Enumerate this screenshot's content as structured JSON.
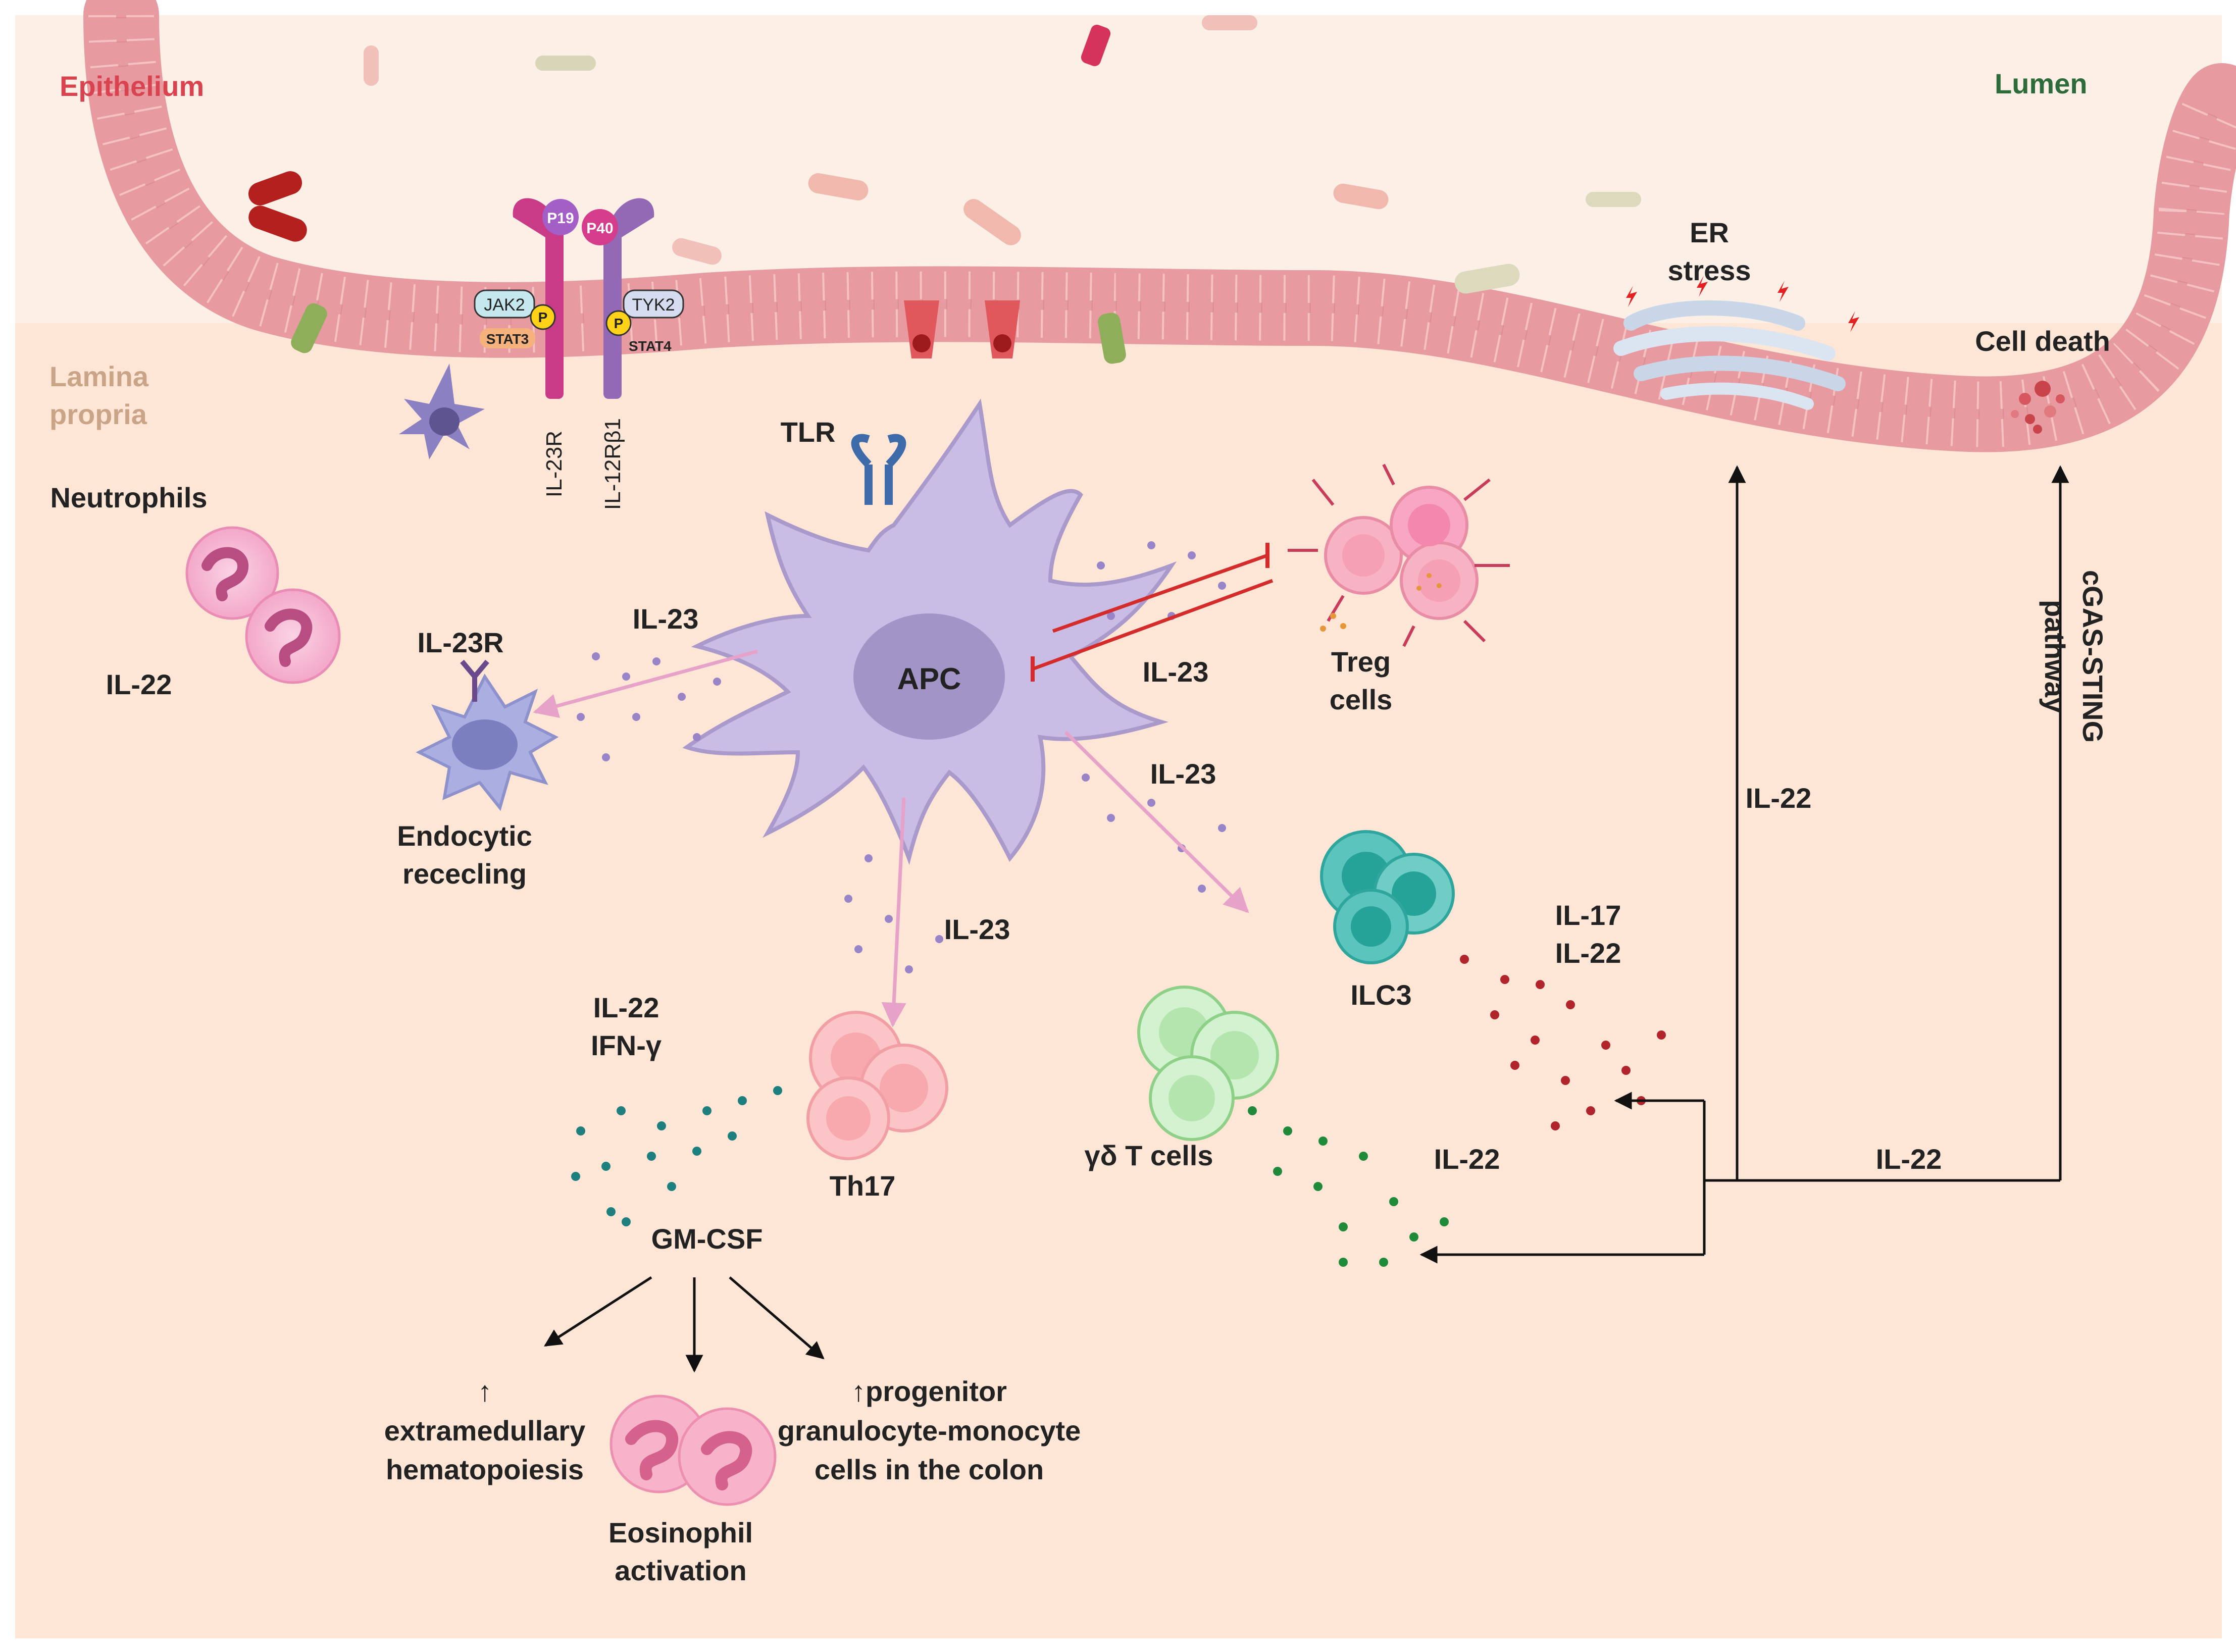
{
  "regions": {
    "epithelium": "Epithelium",
    "lumen": "Lumen",
    "lamina_propria_line1": "Lamina",
    "lamina_propria_line2": "propria"
  },
  "receptor": {
    "p19": "P19",
    "p40": "P40",
    "jak2": "JAK2",
    "tyk2": "TYK2",
    "phospho": "P",
    "stat3": "STAT3",
    "stat4": "STAT4",
    "il23r": "IL-23R",
    "il12rb1": "IL-12Rβ1"
  },
  "apc": {
    "label": "APC",
    "tlr": "TLR"
  },
  "labels": {
    "neutrophils": "Neutrophils",
    "il22_neutro": "IL-22",
    "il23_left": "IL-23",
    "il23r_cell": "IL-23R",
    "endocytic_1": "Endocytic",
    "endocytic_2": "rececling",
    "il23_treg": "IL-23",
    "treg_1": "Treg",
    "treg_2": "cells",
    "il23_ilc3": "IL-23",
    "il23_th17": "IL-23",
    "ilc3": "ILC3",
    "il17": "IL-17",
    "il22_ilc3": "IL-22",
    "il22_th17": "IL-22",
    "ifng": "IFN-γ",
    "th17": "Th17",
    "gdt": "γδ T cells",
    "il22_gdt": "IL-22",
    "gmcsf": "GM-CSF",
    "extra_1": "↑",
    "extra_2": "extramedullary",
    "extra_3": "hematopoiesis",
    "eos_1": "Eosinophil",
    "eos_2": "activation",
    "prog_1": "↑progenitor",
    "prog_2": "granulocyte-monocyte",
    "prog_3": "cells in the colon",
    "er_1": "ER",
    "er_2": "stress",
    "cell_death": "Cell death",
    "il22_vertical": "IL-22",
    "cgas_1": "cGAS-STING",
    "cgas_2": "pathway",
    "il22_bottom": "IL-22"
  },
  "colors": {
    "lamina_bg": "#fde6d6",
    "lumen_bg": "#fbefe6",
    "epithelium_text": "#d9434f",
    "lumen_text": "#2e6b3a",
    "lamina_text": "#c9a486",
    "apc_fill": "#c9bde6",
    "cell_fill": "#f1b9c0",
    "inhibit_red": "#d42b2b",
    "pink_arrow": "#e8a3c8"
  }
}
